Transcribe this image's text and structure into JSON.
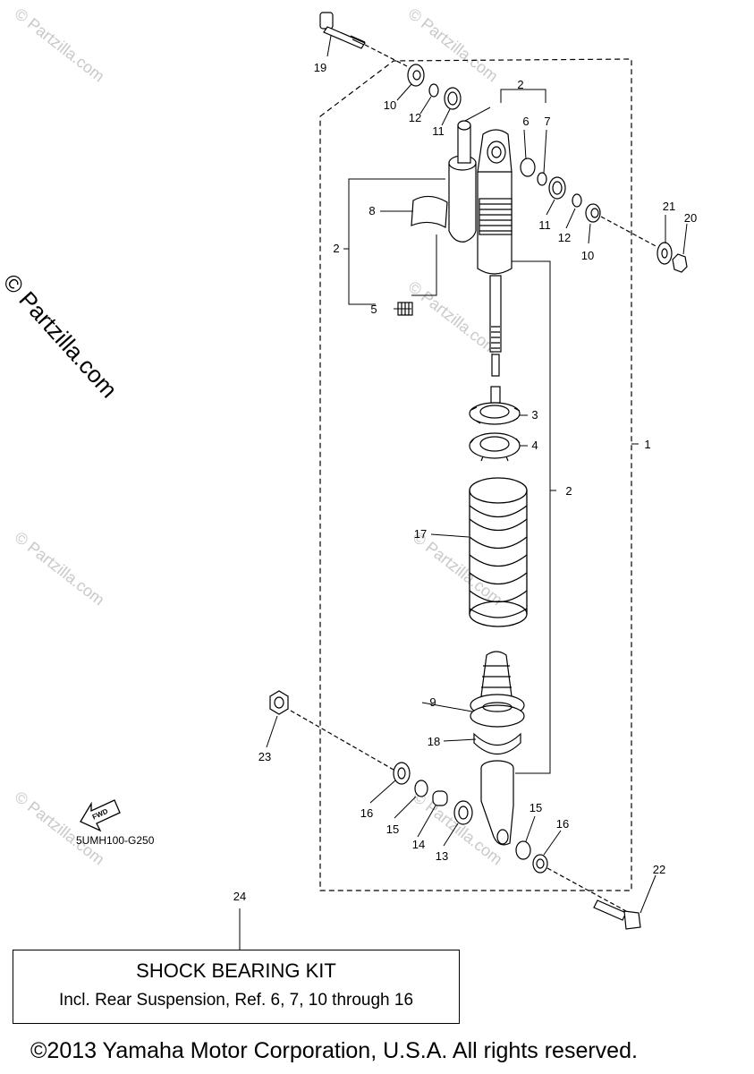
{
  "watermark": {
    "text": "© Partzilla.com",
    "large_text": "© Partzilla.com"
  },
  "callouts": [
    {
      "id": "c19",
      "text": "19"
    },
    {
      "id": "c10a",
      "text": "10"
    },
    {
      "id": "c12a",
      "text": "12"
    },
    {
      "id": "c11a",
      "text": "11"
    },
    {
      "id": "c2top",
      "text": "2"
    },
    {
      "id": "c6",
      "text": "6"
    },
    {
      "id": "c7",
      "text": "7"
    },
    {
      "id": "c8",
      "text": "8"
    },
    {
      "id": "c2left",
      "text": "2"
    },
    {
      "id": "c11b",
      "text": "11"
    },
    {
      "id": "c12b",
      "text": "12"
    },
    {
      "id": "c10b",
      "text": "10"
    },
    {
      "id": "c21",
      "text": "21"
    },
    {
      "id": "c20",
      "text": "20"
    },
    {
      "id": "c5",
      "text": "5"
    },
    {
      "id": "c3",
      "text": "3"
    },
    {
      "id": "c4",
      "text": "4"
    },
    {
      "id": "c1",
      "text": "1"
    },
    {
      "id": "c2right",
      "text": "2"
    },
    {
      "id": "c17",
      "text": "17"
    },
    {
      "id": "c9",
      "text": "9"
    },
    {
      "id": "c18",
      "text": "18"
    },
    {
      "id": "c23",
      "text": "23"
    },
    {
      "id": "c16a",
      "text": "16"
    },
    {
      "id": "c15a",
      "text": "15"
    },
    {
      "id": "c14",
      "text": "14"
    },
    {
      "id": "c13",
      "text": "13"
    },
    {
      "id": "c15b",
      "text": "15"
    },
    {
      "id": "c16b",
      "text": "16"
    },
    {
      "id": "c22",
      "text": "22"
    },
    {
      "id": "c24",
      "text": "24"
    }
  ],
  "fwd_label": "FWD",
  "diagram_code": "5UMH100-G250",
  "kit": {
    "title": "SHOCK BEARING KIT",
    "note": "Incl. Rear Suspension, Ref. 6, 7, 10 through 16"
  },
  "copyright": "©2013 Yamaha Motor Corporation, U.S.A. All rights reserved."
}
